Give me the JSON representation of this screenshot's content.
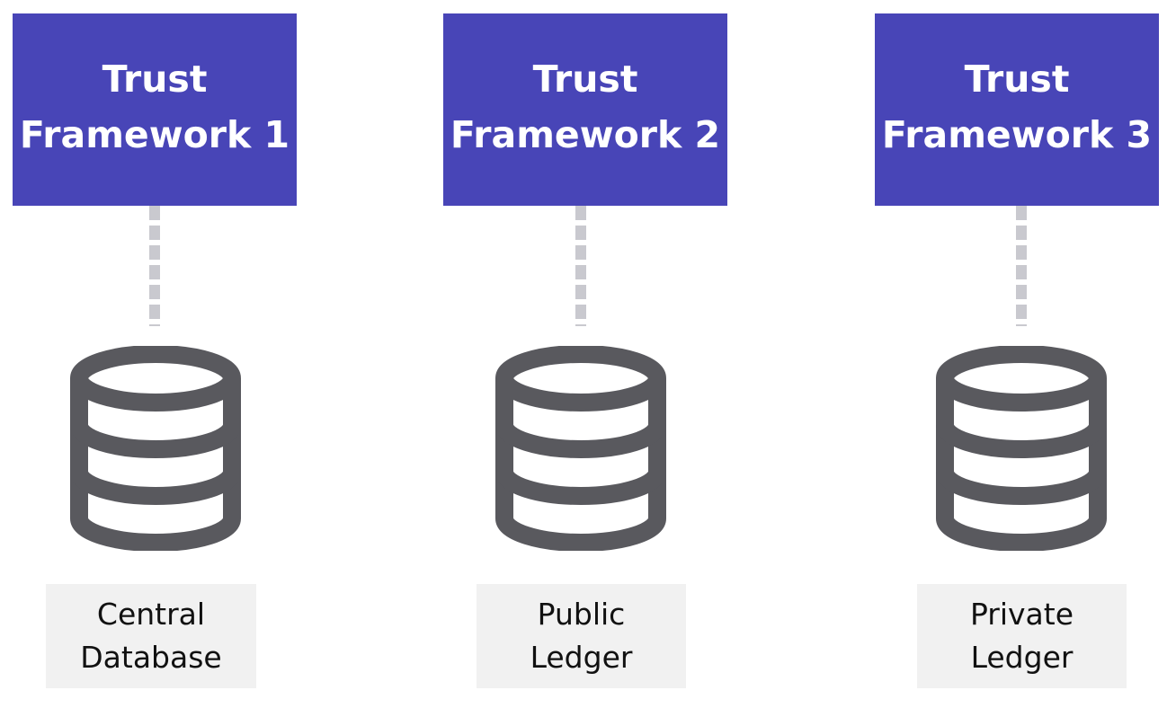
{
  "colors": {
    "framework_fill": "#4845b7",
    "framework_text": "#ffffff",
    "connector": "#c9c9cf",
    "database_icon": "#59595e",
    "label_fill": "#f1f1f1",
    "label_text": "#111111"
  },
  "frameworks": [
    {
      "title_line1": "Trust",
      "title_line2": "Framework 1",
      "icon": "database-icon",
      "storage_line1": "Central",
      "storage_line2": "Database"
    },
    {
      "title_line1": "Trust",
      "title_line2": "Framework 2",
      "icon": "database-icon",
      "storage_line1": "Public",
      "storage_line2": "Ledger"
    },
    {
      "title_line1": "Trust",
      "title_line2": "Framework 3",
      "icon": "database-icon",
      "storage_line1": "Private",
      "storage_line2": "Ledger"
    }
  ]
}
